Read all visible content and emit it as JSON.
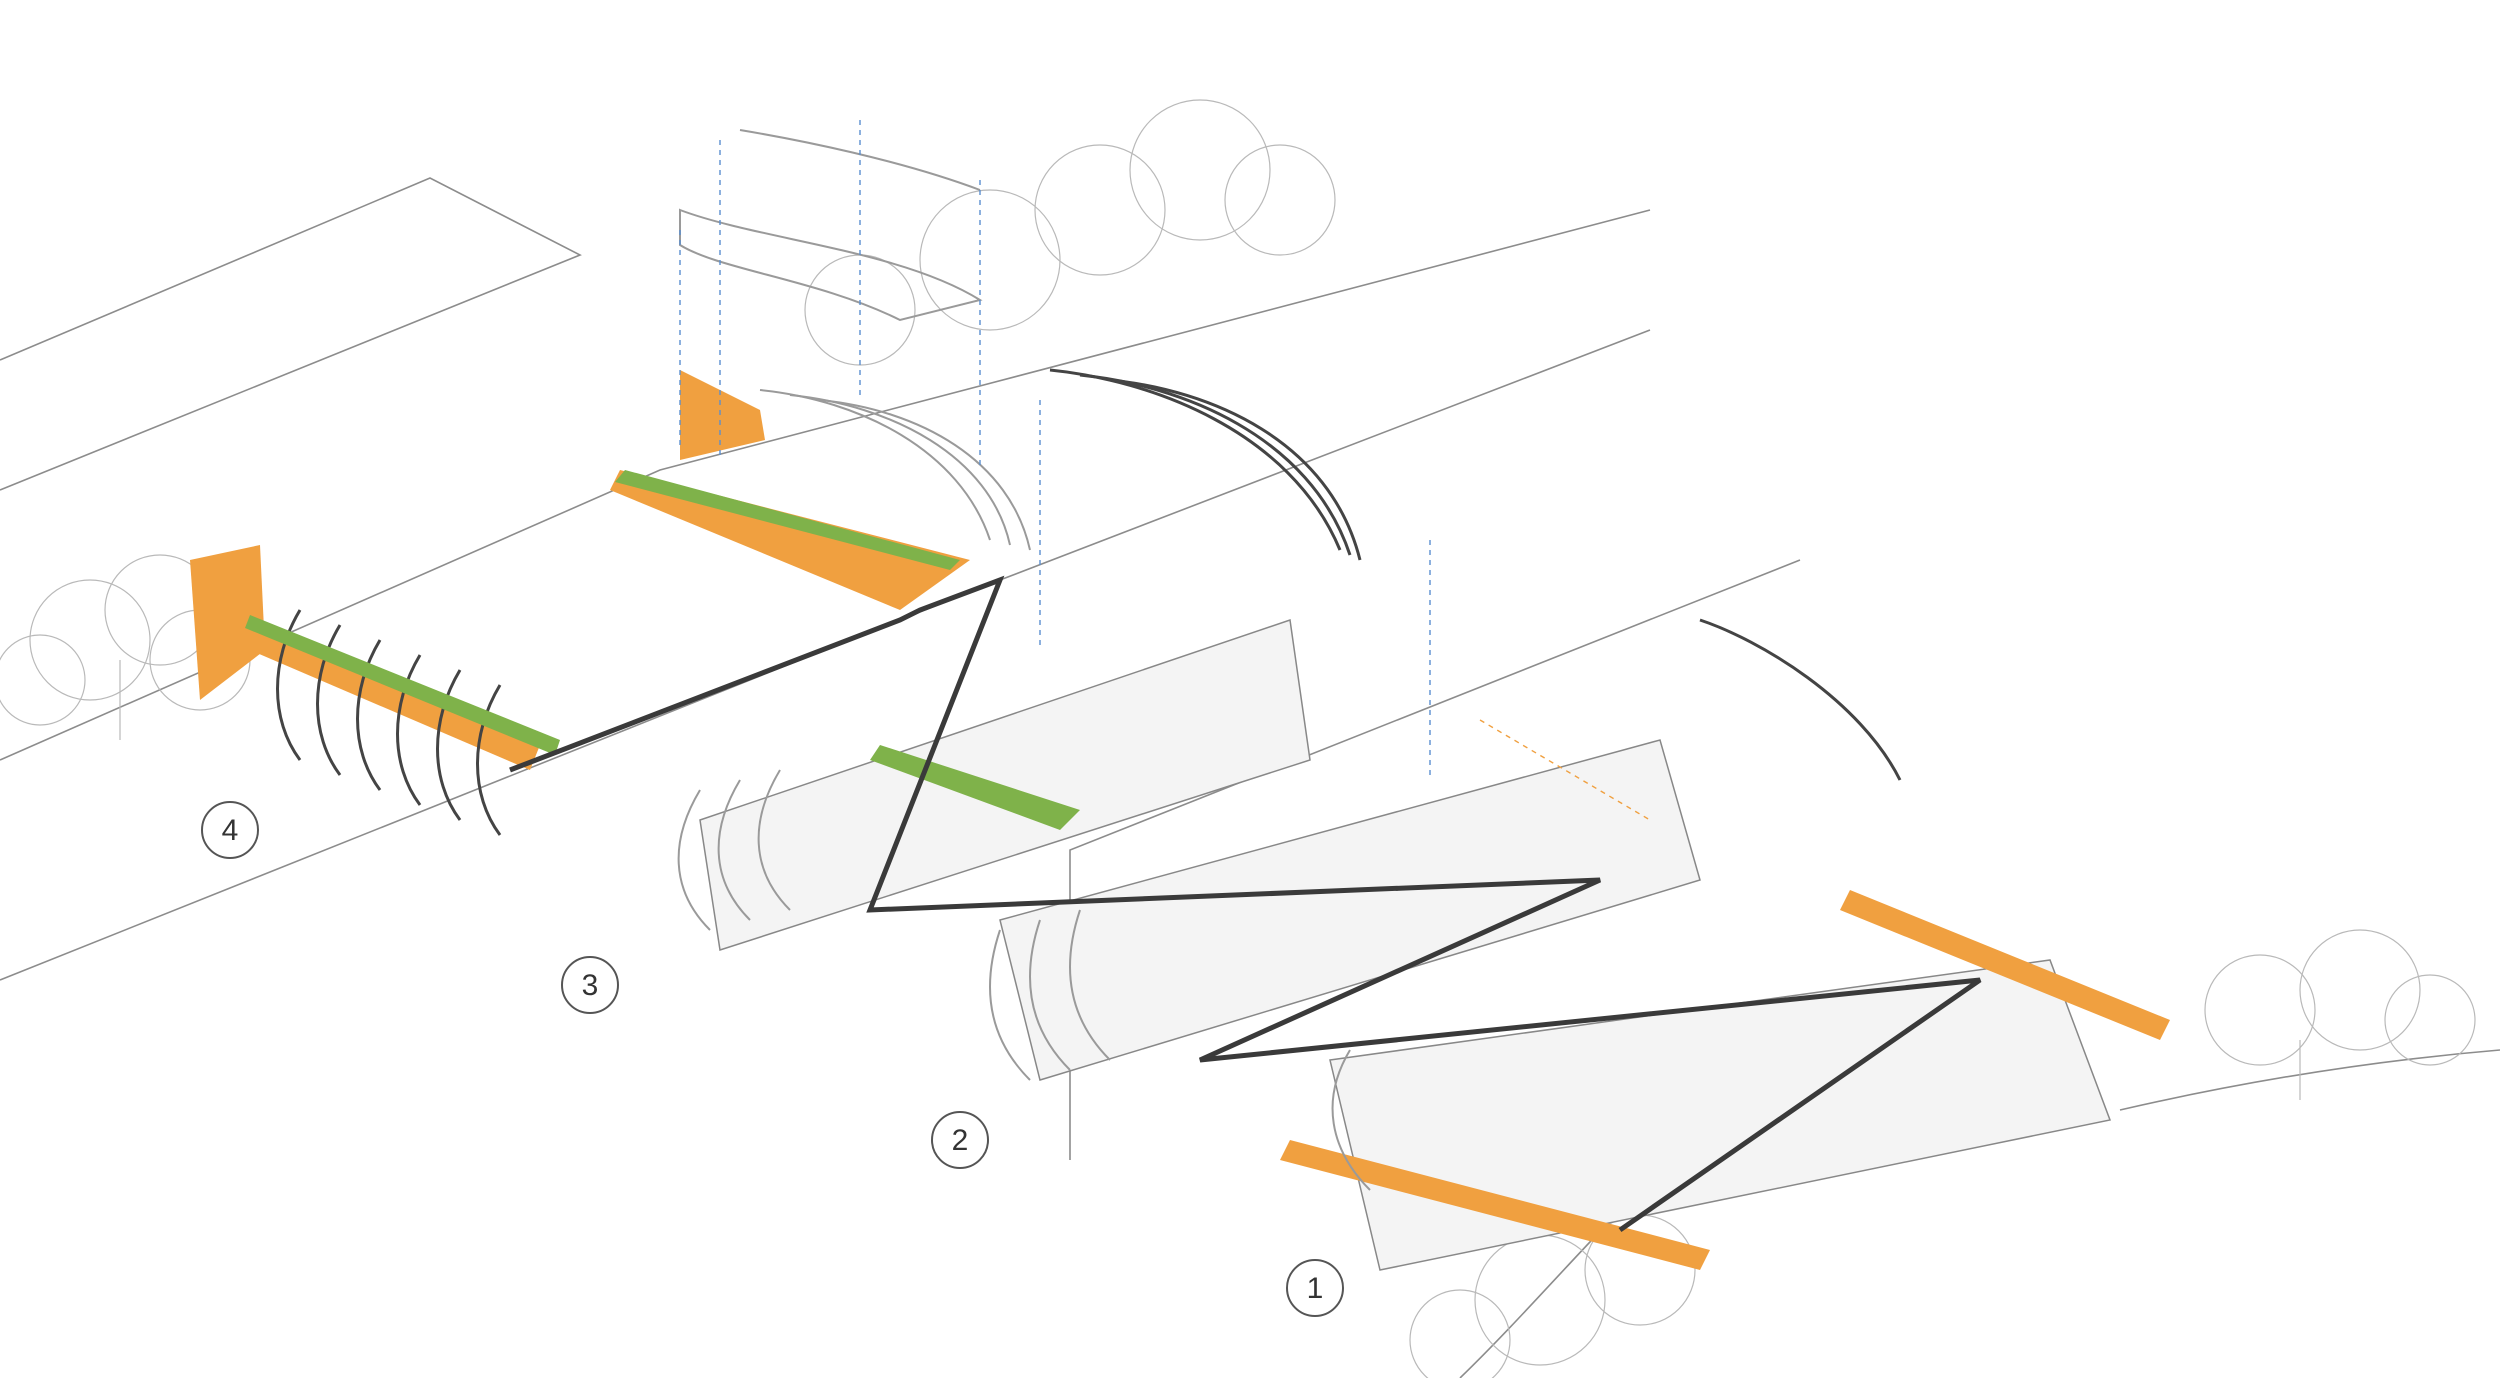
{
  "colors": {
    "accent": "#F0A040",
    "guide": "#5A8FD0",
    "vegetation": "#7FB24A",
    "line": "#3A3A3A"
  },
  "stages": [
    {
      "id": "stage-1",
      "label": "1"
    },
    {
      "id": "stage-2",
      "label": "2"
    },
    {
      "id": "stage-3",
      "label": "3"
    },
    {
      "id": "stage-4",
      "label": "4"
    }
  ]
}
